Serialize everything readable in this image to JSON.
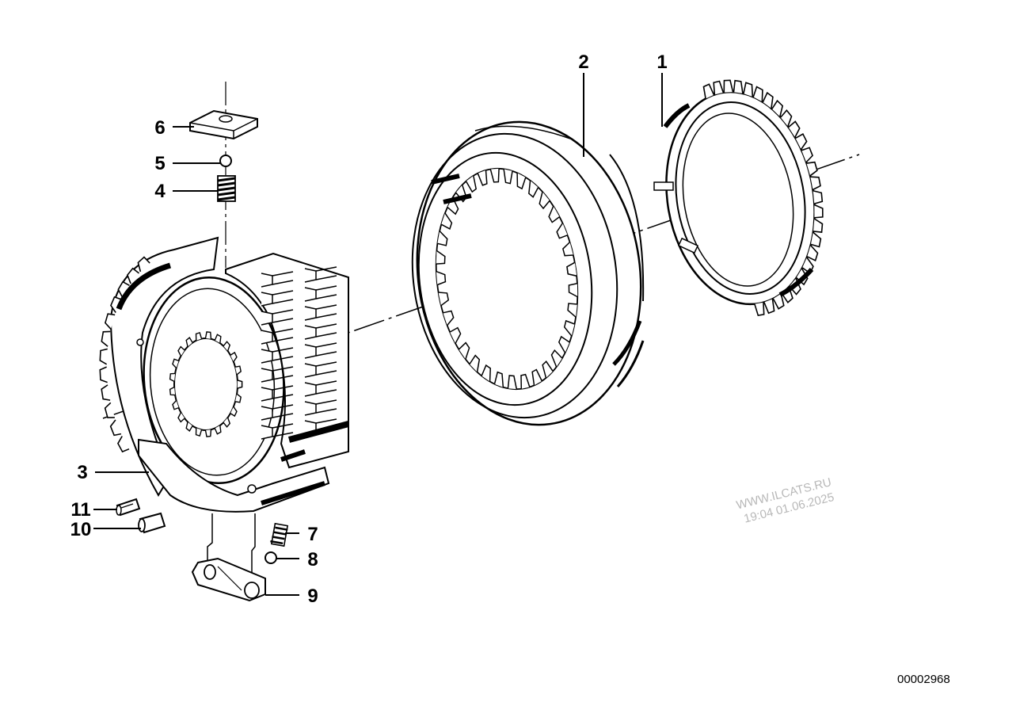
{
  "callouts": [
    {
      "id": "1",
      "label": "1"
    },
    {
      "id": "2",
      "label": "2"
    },
    {
      "id": "3",
      "label": "3"
    },
    {
      "id": "4",
      "label": "4"
    },
    {
      "id": "5",
      "label": "5"
    },
    {
      "id": "6",
      "label": "6"
    },
    {
      "id": "7",
      "label": "7"
    },
    {
      "id": "8",
      "label": "8"
    },
    {
      "id": "9",
      "label": "9"
    },
    {
      "id": "10",
      "label": "10"
    },
    {
      "id": "11",
      "label": "11"
    }
  ],
  "watermark": {
    "line1": "WWW.ILCATS.RU",
    "line2": "19:04 01.06.2025"
  },
  "diagram_id": "00002968",
  "colors": {
    "ink": "#000000",
    "paper": "#ffffff",
    "watermark": "#b8b8b8"
  }
}
